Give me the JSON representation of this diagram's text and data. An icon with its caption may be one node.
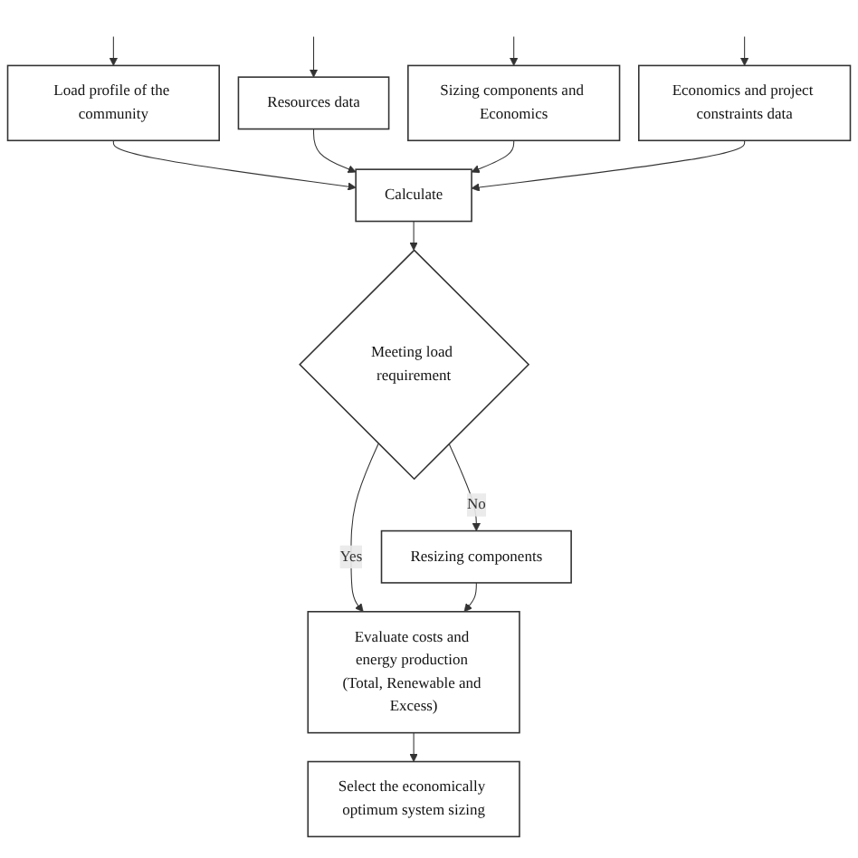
{
  "diagram": {
    "nodes": [
      {
        "text": [
          "Load profile of the community"
        ]
      },
      {
        "text": [
          "Resources data"
        ]
      },
      {
        "text": [
          "Sizing components and Economics"
        ]
      },
      {
        "text": [
          "Economics and project constraints data"
        ]
      },
      {
        "text": [
          "Calculate"
        ]
      },
      {
        "text": [
          "Meeting load requirement"
        ]
      },
      {
        "text": [
          "Resizing components"
        ]
      },
      {
        "text": [
          "Evaluate costs and energy production (Total, Renewable and Excess)"
        ]
      },
      {
        "text": [
          "Select the economically optimum system sizing"
        ]
      }
    ],
    "edges": [
      {
        "from": null,
        "to": 0,
        "arrow": "to"
      },
      {
        "from": null,
        "to": 1,
        "arrow": "to"
      },
      {
        "from": null,
        "to": 2,
        "arrow": "to"
      },
      {
        "from": null,
        "to": 3,
        "arrow": "to"
      },
      {
        "from": 0,
        "to": 4,
        "arrow": "to"
      },
      {
        "from": 1,
        "to": 4,
        "arrow": "to"
      },
      {
        "from": 2,
        "to": 4,
        "arrow": "to"
      },
      {
        "from": 3,
        "to": 4,
        "arrow": "to"
      },
      {
        "from": 4,
        "to": 5,
        "arrow": "to"
      },
      {
        "from": 5,
        "to": 6,
        "label": "No",
        "arrow": "to"
      },
      {
        "from": 5,
        "to": 7,
        "label": "Yes",
        "arrow": "to"
      },
      {
        "from": 6,
        "to": 7,
        "arrow": "to"
      },
      {
        "from": 7,
        "to": 8,
        "arrow": "to"
      }
    ]
  }
}
